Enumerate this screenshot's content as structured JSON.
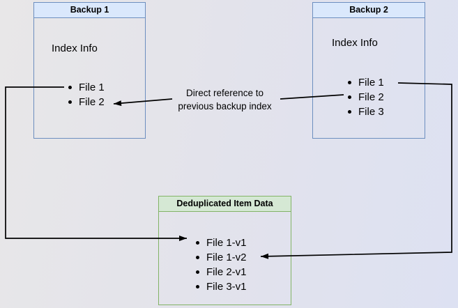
{
  "diagram": {
    "backup1": {
      "title": "Backup 1",
      "section_label": "Index Info",
      "items": [
        "File 1",
        "File 2"
      ]
    },
    "backup2": {
      "title": "Backup 2",
      "section_label": "Index Info",
      "items": [
        "File 1",
        "File 2",
        "File 3"
      ]
    },
    "dedup": {
      "title": "Deduplicated Item Data",
      "items": [
        "File 1-v1",
        "File 1-v2",
        "File 2-v1",
        "File 3-v1"
      ]
    },
    "reference_label": {
      "line1": "Direct reference to",
      "line2": "previous backup index"
    }
  },
  "colors": {
    "blue_header_fill": "#dae8fc",
    "blue_border": "#6c8ebf",
    "green_header_fill": "#d5e8d4",
    "green_border": "#82b366",
    "arrow": "#000000",
    "text": "#000000",
    "background_left": "#e8e7e8",
    "background_right": "#dde1f2"
  }
}
